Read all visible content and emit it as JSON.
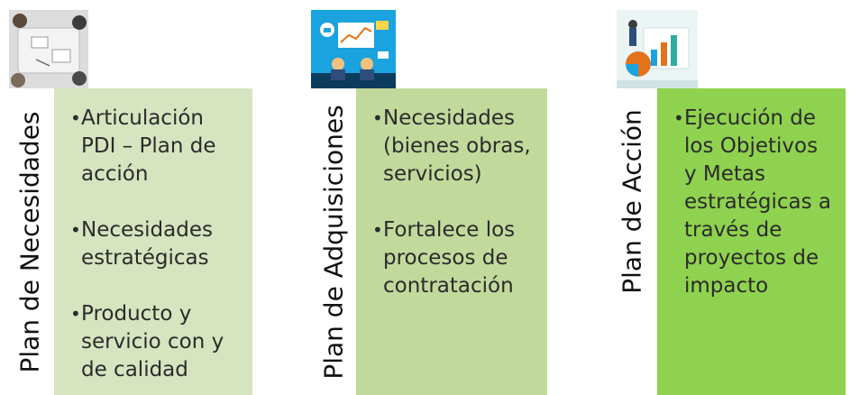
{
  "columns": [
    {
      "title": "Plan de Necesidades",
      "color": "#d6e4bf",
      "image": "meeting-photo",
      "bullets": [
        "Articulación PDI – Plan de acción",
        "Necesidades estratégicas",
        "Producto y servicio con y de calidad"
      ]
    },
    {
      "title": "Plan de Adquisiciones",
      "color": "#c2d99c",
      "image": "business-analytics-illustration",
      "bullets": [
        "Necesidades (bienes obras, servicios)",
        "Fortalece los procesos de contratación"
      ]
    },
    {
      "title": "Plan de Acción",
      "color": "#8fd24f",
      "image": "strategy-graphs-illustration",
      "bullets": [
        "Ejecución de los Objetivos y Metas estratégicas a través de proyectos de impacto"
      ]
    }
  ]
}
